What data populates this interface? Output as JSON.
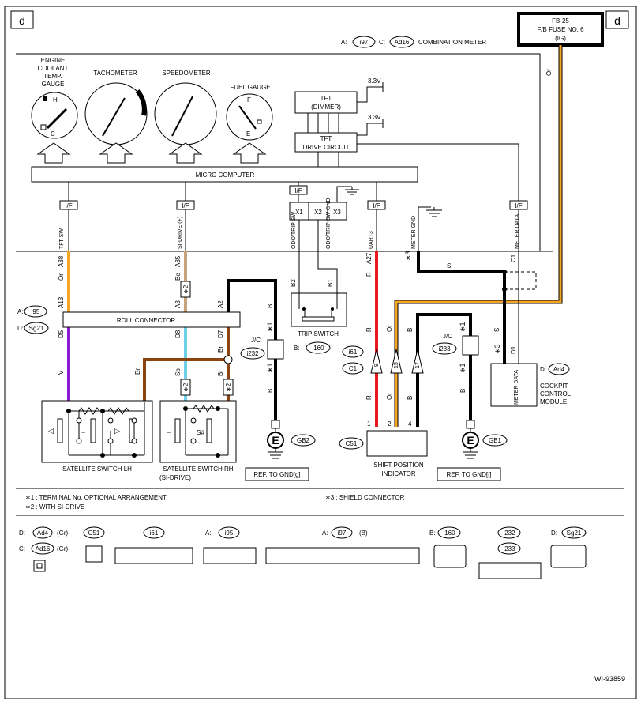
{
  "corner_left": "d",
  "corner_right": "d",
  "fuse": {
    "line1": "FB-25",
    "line2": "F/B FUSE NO. 6",
    "line3": "(IG)"
  },
  "meter_ref": {
    "a": "A:",
    "a_code": "i97",
    "c": "C:",
    "c_code": "Ad16",
    "name": "COMBINATION METER"
  },
  "gauges": {
    "ect_1": "ENGINE",
    "ect_2": "COOLANT",
    "ect_3": "TEMP.",
    "ect_4": "GAUGE",
    "ect_h": "H",
    "ect_c": "C",
    "tacho": "TACHOMETER",
    "speedo": "SPEEDOMETER",
    "fuel": "FUEL GAUGE",
    "fuel_f": "F",
    "fuel_e": "E"
  },
  "tft_dimmer_1": "TFT",
  "tft_dimmer_2": "(DIMMER)",
  "tft_drive_1": "TFT",
  "tft_drive_2": "DRIVE CIRCUIT",
  "v33_a": "3.3V",
  "v33_b": "3.3V",
  "micro": "MICRO COMPUTER",
  "if": "I/F",
  "x": {
    "x1": "X1",
    "x2": "X2",
    "x3": "X3"
  },
  "sig": {
    "tftsw": "TFT SW",
    "sidrive": "SI-DRIVE (+)",
    "odotrip_sw": "ODO/TRIP SW",
    "odotrip_swgnd": "ODO/TRIP SW GND",
    "uart": "UART3",
    "metergnd": "METER GND",
    "meterdata": "METER DATA"
  },
  "wire": {
    "or": "Or",
    "be": "Be",
    "r": "R",
    "s": "S",
    "b": "B",
    "v": "V",
    "br": "Br",
    "sb": "Sb"
  },
  "pin": {
    "a38": "A38",
    "a35": "A35",
    "a27": "A27",
    "c1": "C1",
    "a13": "A13",
    "a3": "A3",
    "a2": "A2",
    "b2": "B2",
    "b1": "B1",
    "d5": "D5",
    "d8": "D8",
    "d7": "D7",
    "d1": "D1",
    "p1": "1",
    "p2": "2",
    "p4": "4",
    "p9": "9",
    "p15": "15",
    "p17": "17"
  },
  "star": {
    "s1": "∗1",
    "s2": "∗2",
    "s3": "∗3"
  },
  "jc": "J/C",
  "roll": "ROLL CONNECTOR",
  "conn_a": "A:",
  "conn_d": "D:",
  "conn_b": "B:",
  "conn_c": "C:",
  "codes": {
    "i95": "i95",
    "sg21": "Sg21",
    "i232": "i232",
    "i160": "i160",
    "i61": "i61",
    "c1": "C1",
    "i233": "i233",
    "ad4": "Ad4",
    "c51": "C51",
    "gb2": "GB2",
    "gb1": "GB1",
    "ad16": "Ad16",
    "i97": "i97"
  },
  "ground_e": "E",
  "trip_switch": "TRIP SWITCH",
  "sat_lh": "SATELLITE SWITCH LH",
  "sat_rh_1": "SATELLITE SWITCH RH",
  "sat_rh_2": "(SI-DRIVE)",
  "sip_1": "SHIFT POSITION",
  "sip_2": "INDICATOR",
  "ccm_1": "COCKPIT",
  "ccm_2": "CONTROL",
  "ccm_3": "MODULE",
  "ref_g": "REF. TO GND[g]",
  "ref_f": "REF. TO GND[f]",
  "sym": {
    "tri_l": "◁",
    "tri_r": "▷",
    "minus": "−",
    "sharp": "S#"
  },
  "notes": {
    "n1": "∗1   : TERMINAL No. OPTIONAL ARRANGEMENT",
    "n2": "∗2   : WITH SI-DRIVE",
    "n3": "∗3   : SHIELD CONNECTOR"
  },
  "legend": {
    "gr1": "(Gr)",
    "gr2": "(Gr)",
    "b": "(B)"
  },
  "diagram_id": "WI-93859",
  "colors": {
    "orange": "#f5a623",
    "red": "#e8191e",
    "purple": "#8a1bd6",
    "brown": "#8b4513",
    "skyblue": "#6fd0e8",
    "tan": "#c8a27a"
  }
}
